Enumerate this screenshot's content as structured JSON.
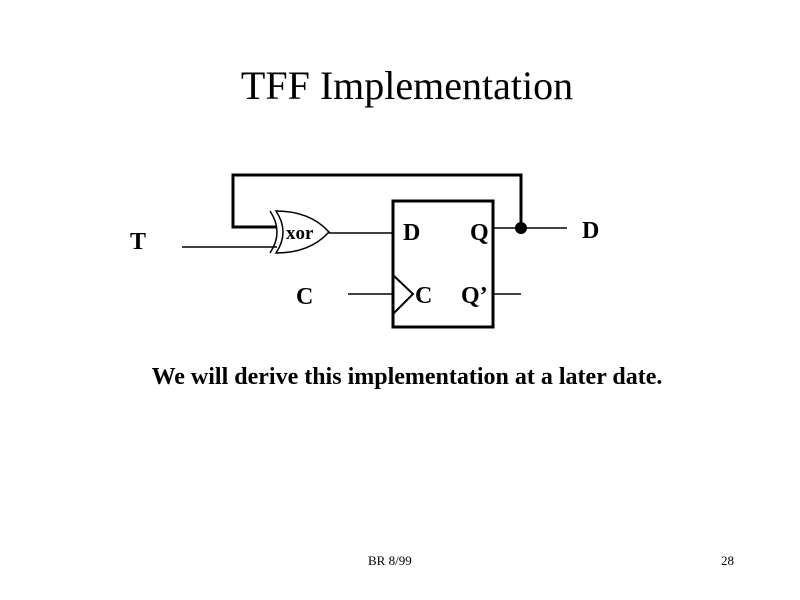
{
  "slide": {
    "title": "TFF Implementation",
    "caption": "We will derive this implementation at a later date.",
    "footer_center": "BR 8/99",
    "page_number": "28"
  },
  "diagram": {
    "inputs": {
      "t": "T",
      "c": "C"
    },
    "gate": {
      "label": "xor",
      "type": "xor-gate"
    },
    "flipflop": {
      "d_pin": "D",
      "clk_pin": "C",
      "q_pin": "Q",
      "qbar_pin": "Q’"
    },
    "output": "D"
  }
}
